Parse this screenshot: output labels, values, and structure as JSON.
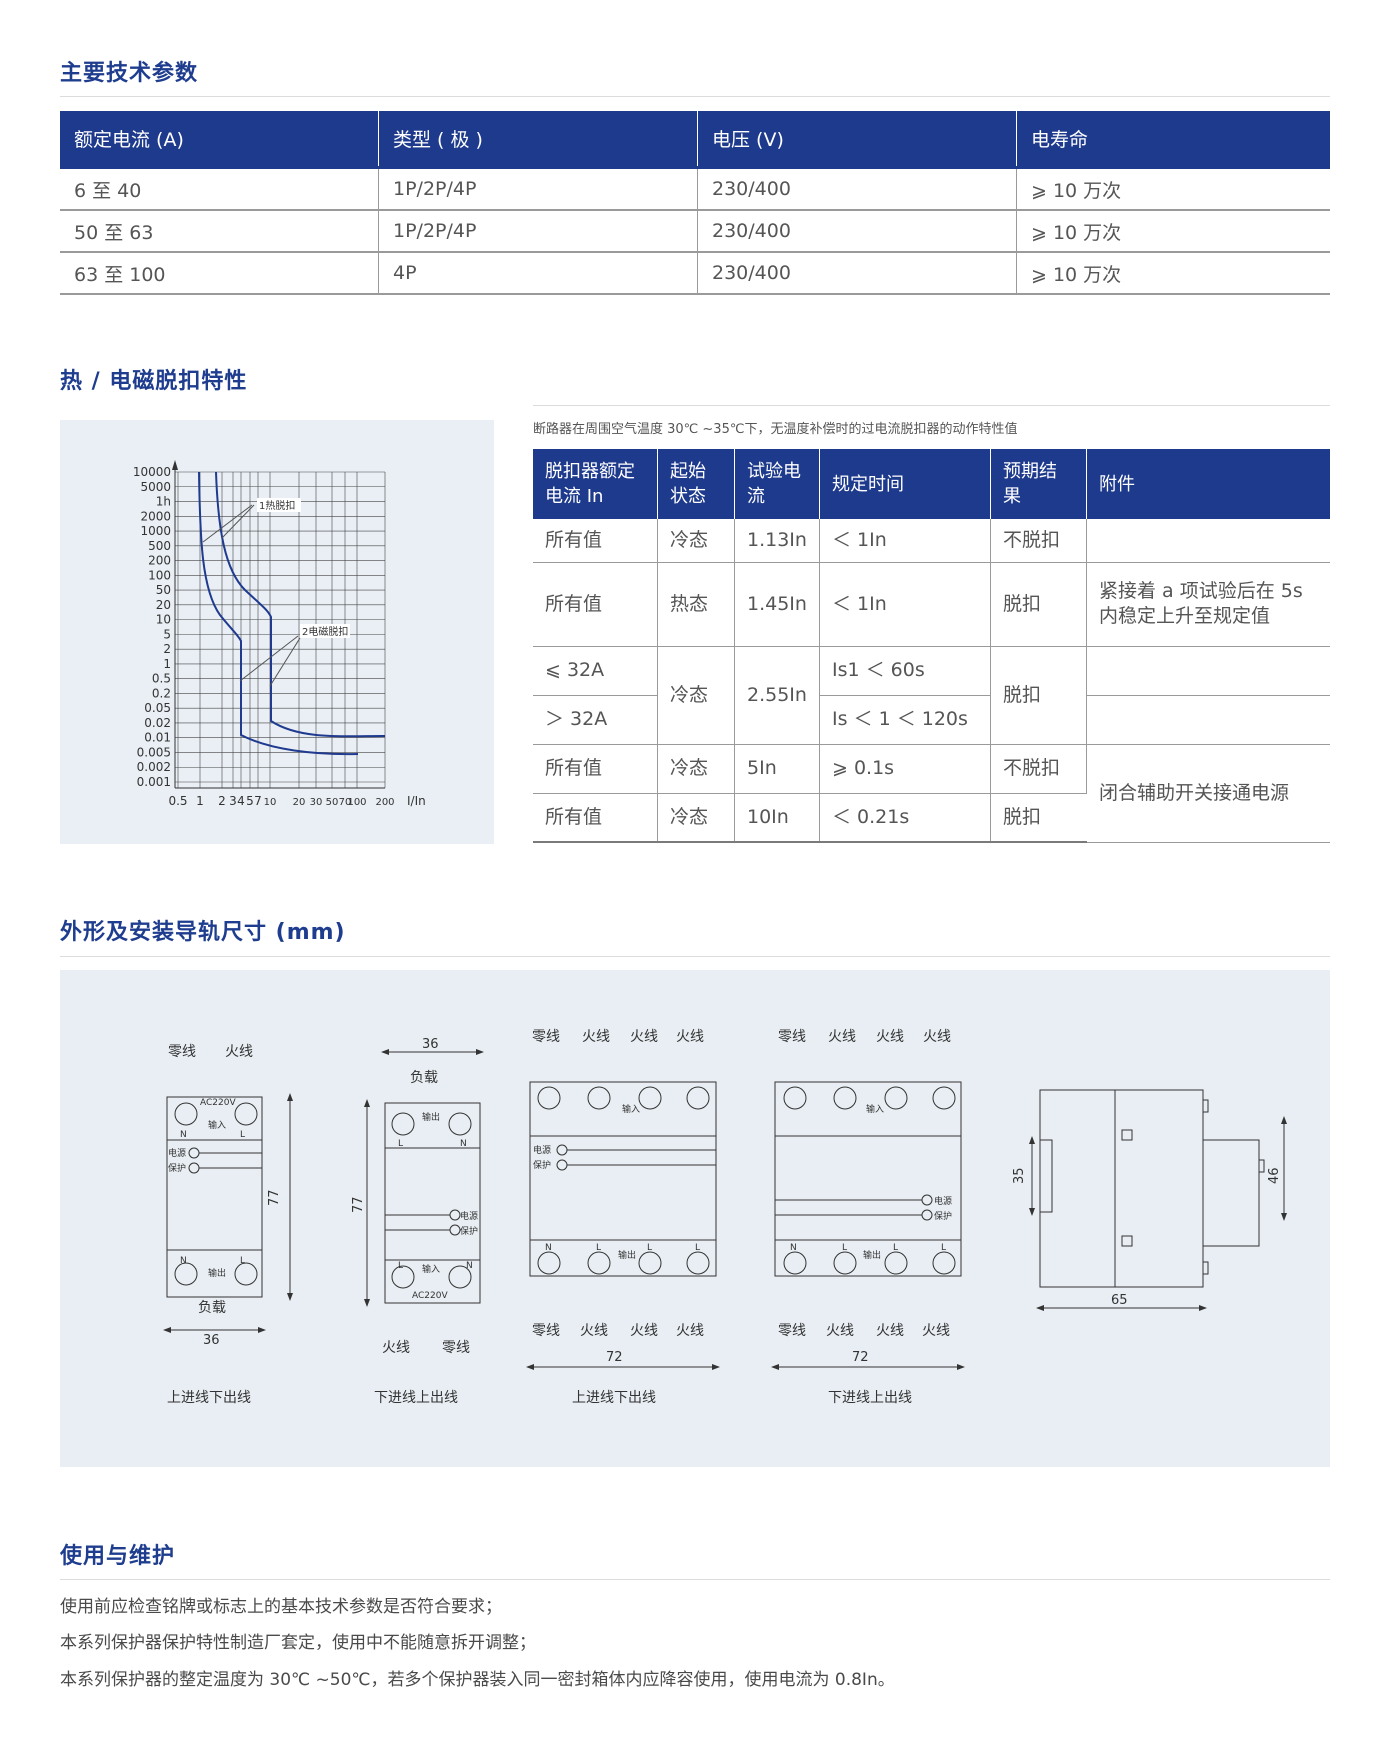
{
  "sections": {
    "params_title": "主要技术参数",
    "trip_title": "热 / 电磁脱扣特性",
    "dims_title": "外形及安装导轨尺寸 (mm)",
    "usage_title": "使用与维护"
  },
  "params_table": {
    "headers": [
      "额定电流 (A)",
      "类型 ( 极 )",
      "电压 (V)",
      "电寿命"
    ],
    "rows": [
      [
        "6 至 40",
        "1P/2P/4P",
        "230/400",
        "⩾ 10 万次"
      ],
      [
        "50 至 63",
        "1P/2P/4P",
        "230/400",
        "⩾ 10 万次"
      ],
      [
        "63 至 100",
        "4P",
        "230/400",
        "⩾ 10 万次"
      ]
    ]
  },
  "trip_note": "断路器在周围空气温度 30℃ ~35℃下，无温度补偿时的过电流脱扣器的动作特性值",
  "trip_table": {
    "headers": [
      "脱扣器额定电流 In",
      "起始状态",
      "试验电流",
      "规定时间",
      "预期结果",
      "附件"
    ],
    "r1": [
      "所有值",
      "冷态",
      "1.13In",
      "＜ 1In",
      "不脱扣",
      ""
    ],
    "r2": [
      "所有值",
      "热态",
      "1.45In",
      "＜ 1In",
      "脱扣",
      "紧接着 a 项试验后在 5s 内稳定上升至规定值"
    ],
    "r3a": [
      "⩽ 32A",
      "Is1 ＜ 60s"
    ],
    "r3b": [
      "＞ 32A",
      "Is ＜ 1 ＜ 120s"
    ],
    "r3_shared": [
      "冷态",
      "2.55In",
      "脱扣"
    ],
    "r4": [
      "所有值",
      "冷态",
      "5In",
      "⩾ 0.1s",
      "不脱扣"
    ],
    "r5": [
      "所有值",
      "冷态",
      "10In",
      "＜ 0.21s",
      "脱扣"
    ],
    "r45_accessory": "闭合辅助开关接通电源"
  },
  "curve_chart": {
    "y_ticks": [
      "10000",
      "5000",
      "1h",
      "2000",
      "1000",
      "500",
      "200",
      "100",
      "50",
      "20",
      "10",
      "5",
      "2",
      "1",
      "0.5",
      "0.2",
      "0.05",
      "0.02",
      "0.01",
      "0.005",
      "0.002",
      "0.001"
    ],
    "x_ticks": [
      "0.5",
      "1",
      "2",
      "3",
      "4",
      "5",
      "7",
      "10",
      "20",
      "30",
      "50",
      "70",
      "100",
      "200"
    ],
    "x_unit": "I/In",
    "label_thermal": "1热脱扣",
    "label_magnetic": "2电磁脱扣"
  },
  "dims": {
    "zero": "零线",
    "live": "火线",
    "load": "负载",
    "out": "输出",
    "in": "输入",
    "ac": "AC220V",
    "power": "电源",
    "protect": "保护",
    "N": "N",
    "L": "L",
    "d36": "36",
    "d77": "77",
    "d72": "72",
    "d35": "35",
    "d46": "46",
    "d65": "65",
    "cap1": "上进线下出线",
    "cap2": "下进线上出线",
    "cap3": "上进线下出线",
    "cap4": "下进线上出线"
  },
  "usage": [
    "使用前应检查铭牌或标志上的基本技术参数是否符合要求；",
    "本系列保护器保护特性制造厂套定，使用中不能随意拆开调整；",
    "本系列保护器的整定温度为 30℃ ~50℃，若多个保护器装入同一密封箱体内应降容使用，使用电流为 0.8In。"
  ],
  "colors": {
    "accent": "#1e3a8c",
    "curve": "#1f3a8f",
    "panel": "#e9eff5"
  }
}
